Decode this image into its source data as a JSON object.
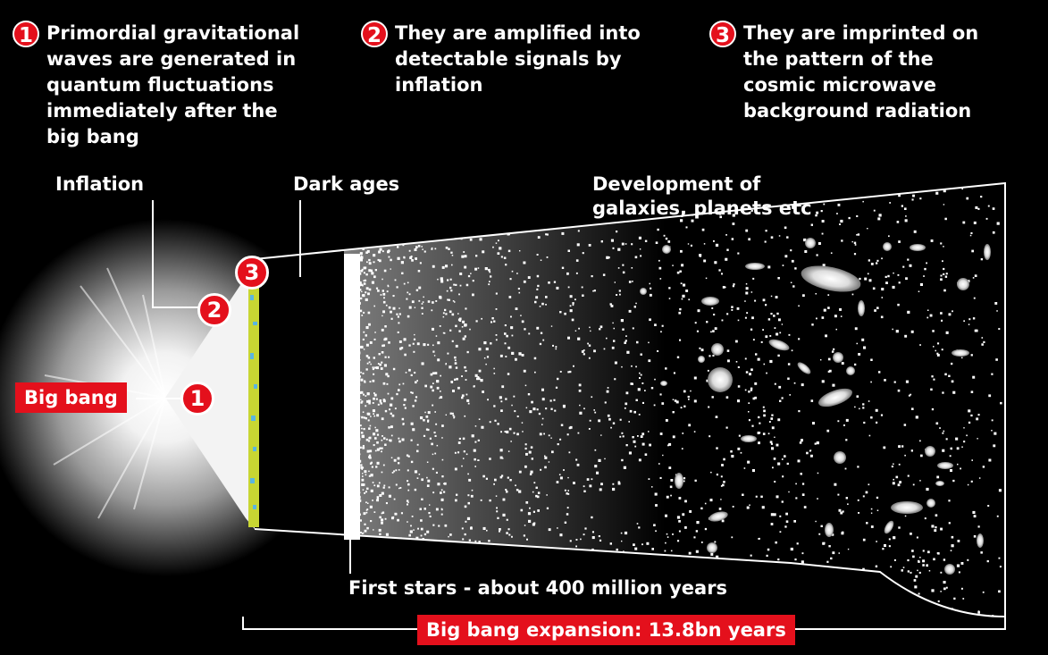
{
  "steps": [
    {
      "number": "1",
      "text": "Primordial gravitational\nwaves are generated in\nquantum fluctuations\nimmediately after the\nbig bang"
    },
    {
      "number": "2",
      "text": "They are amplified into\ndetectable signals by\ninflation"
    },
    {
      "number": "3",
      "text": "They are imprinted on\nthe pattern of the\ncosmic microwave\nbackground radiation"
    }
  ],
  "labels": {
    "inflation": "Inflation",
    "dark_ages": "Dark ages",
    "development": "Development of\ngalaxies, planets etc",
    "big_bang": "Big bang",
    "first_stars": "First stars - about 400 million years",
    "expansion": "Big bang expansion: 13.8bn years"
  },
  "markers": [
    "1",
    "2",
    "3"
  ],
  "colors": {
    "accent_red": "#e4101c",
    "background": "#000000",
    "cmb_band": "#c8d633"
  }
}
